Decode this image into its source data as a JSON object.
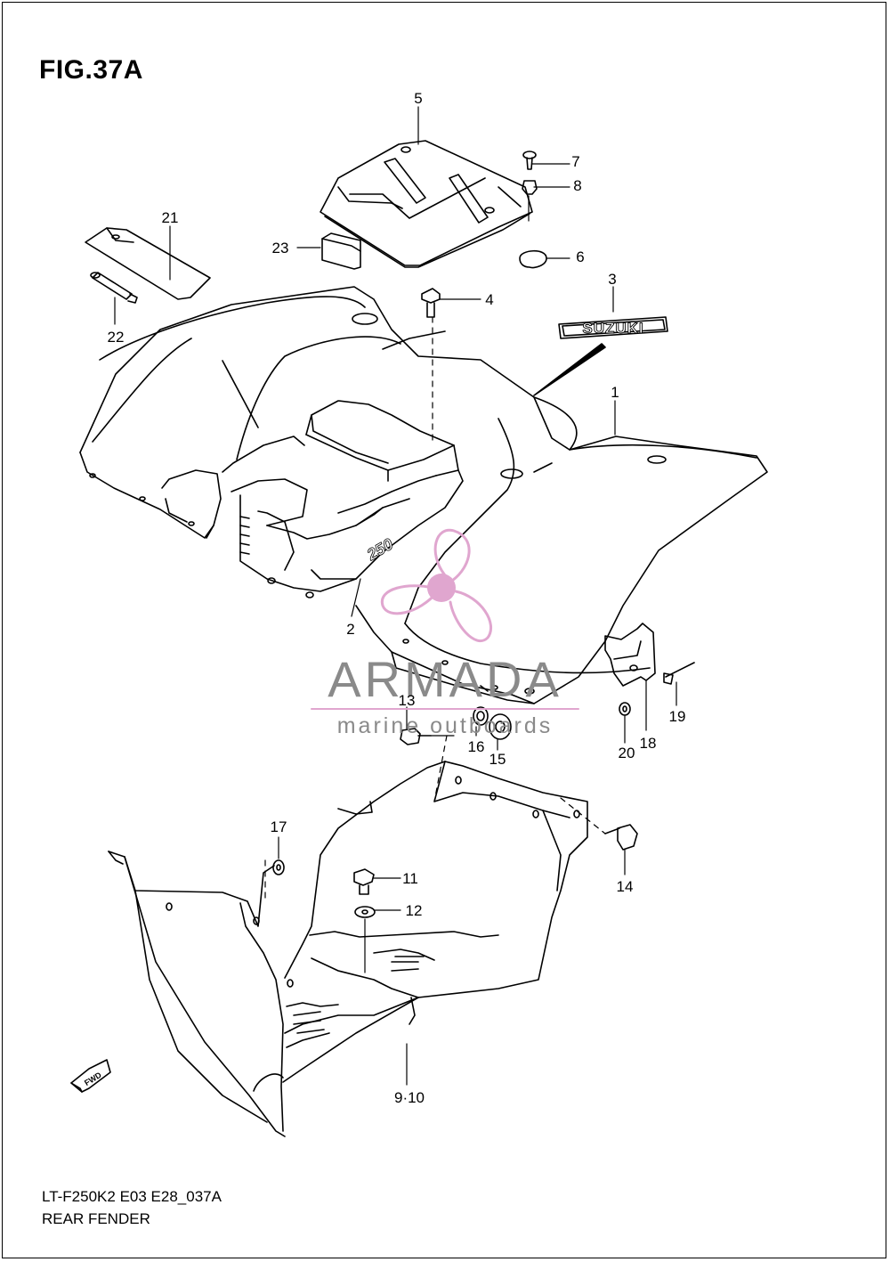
{
  "figure_title": "FIG.37A",
  "footer": {
    "code": "LT-F250K2 E03 E28_037A",
    "name": "REAR FENDER"
  },
  "callouts": {
    "c1": "1",
    "c2": "2",
    "c3": "3",
    "c4": "4",
    "c5": "5",
    "c6": "6",
    "c7": "7",
    "c8": "8",
    "c9_10": "9·10",
    "c11": "11",
    "c12": "12",
    "c13": "13",
    "c14": "14",
    "c15": "15",
    "c16": "16",
    "c17": "17",
    "c18": "18",
    "c19": "19",
    "c20": "20",
    "c21": "21",
    "c22": "22",
    "c23": "23"
  },
  "emblem_text": "SUZUKI",
  "fender_badge_text": "250",
  "fwd_text": "FWD",
  "watermark": {
    "brand": "ARMADA",
    "tagline": "marine outboards",
    "accent_color": "#e0a6cf",
    "text_color": "#8a8a8a"
  }
}
